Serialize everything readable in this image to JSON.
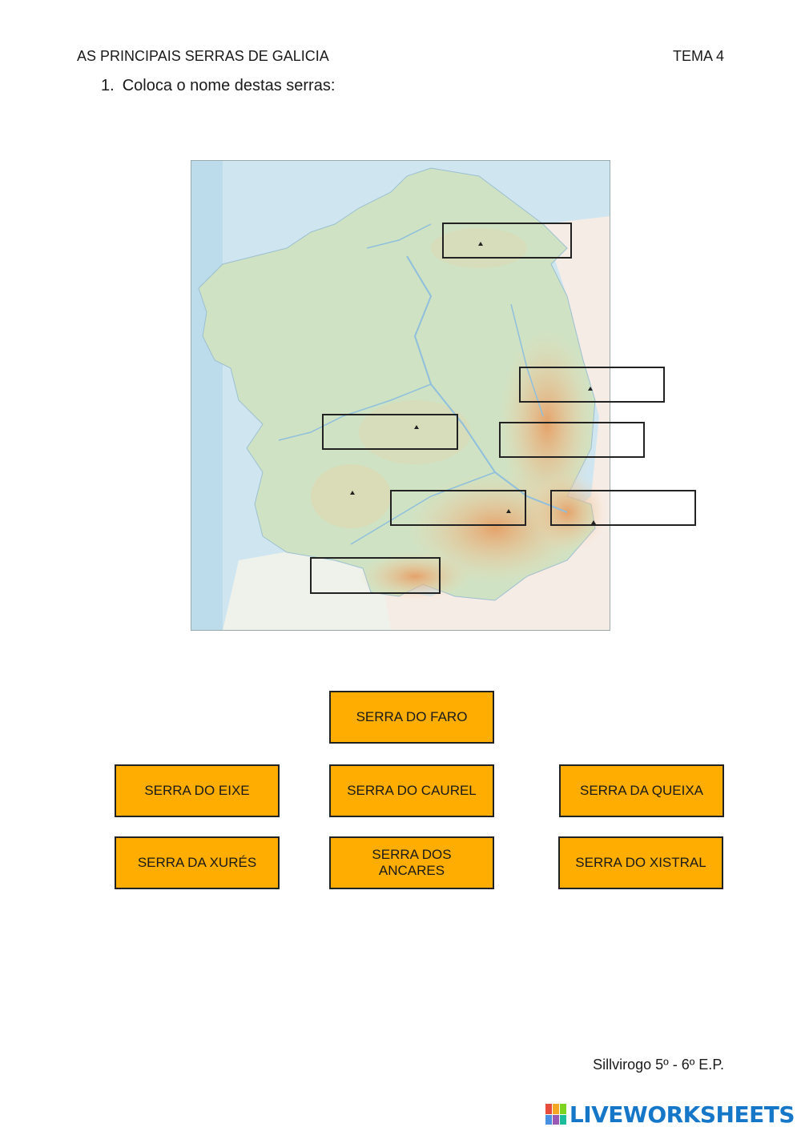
{
  "header": {
    "title": "AS PRINCIPAIS SERRAS DE GALICIA",
    "theme": "TEMA 4"
  },
  "instruction": {
    "number": "1.",
    "text": "Coloca o nome destas serras:"
  },
  "map": {
    "drop_targets": [
      "",
      "",
      "",
      "",
      "",
      "",
      ""
    ]
  },
  "answer_chips": [
    "SERRA DO FARO",
    "SERRA DO EIXE",
    "SERRA DO CAUREL",
    "SERRA DA QUEIXA",
    "SERRA DA XURÉS",
    "SERRA DOS\nANCARES",
    "SERRA DO XISTRAL"
  ],
  "footer": {
    "credit": "Sillvirogo 5º - 6º  E.P."
  },
  "brand": {
    "name": "LIVEWORKSHEETS",
    "color": "#1677c8"
  },
  "colors": {
    "chip_fill": "#ffad00",
    "sea": "#cfe6f1",
    "lowland": "#cfe3c4",
    "highland": "#f0c28a"
  }
}
